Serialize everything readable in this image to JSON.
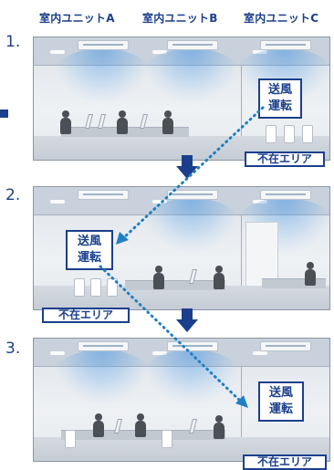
{
  "header": {
    "unit_a": "室内ユニットA",
    "unit_b": "室内ユニットB",
    "unit_c": "室内ユニットC"
  },
  "steps": [
    {
      "number": "1.",
      "fan_label_line1": "送風",
      "fan_label_line2": "運転",
      "absent_area": "不在エリア"
    },
    {
      "number": "2.",
      "fan_label_line1": "送風",
      "fan_label_line2": "運転",
      "absent_area": "不在エリア"
    },
    {
      "number": "3.",
      "fan_label_line1": "送風",
      "fan_label_line2": "運転",
      "absent_area": "不在エリア"
    }
  ],
  "colors": {
    "accent": "#1b3f8c",
    "airflow": "#4696e6",
    "dotted_path": "#1f7fc4"
  }
}
